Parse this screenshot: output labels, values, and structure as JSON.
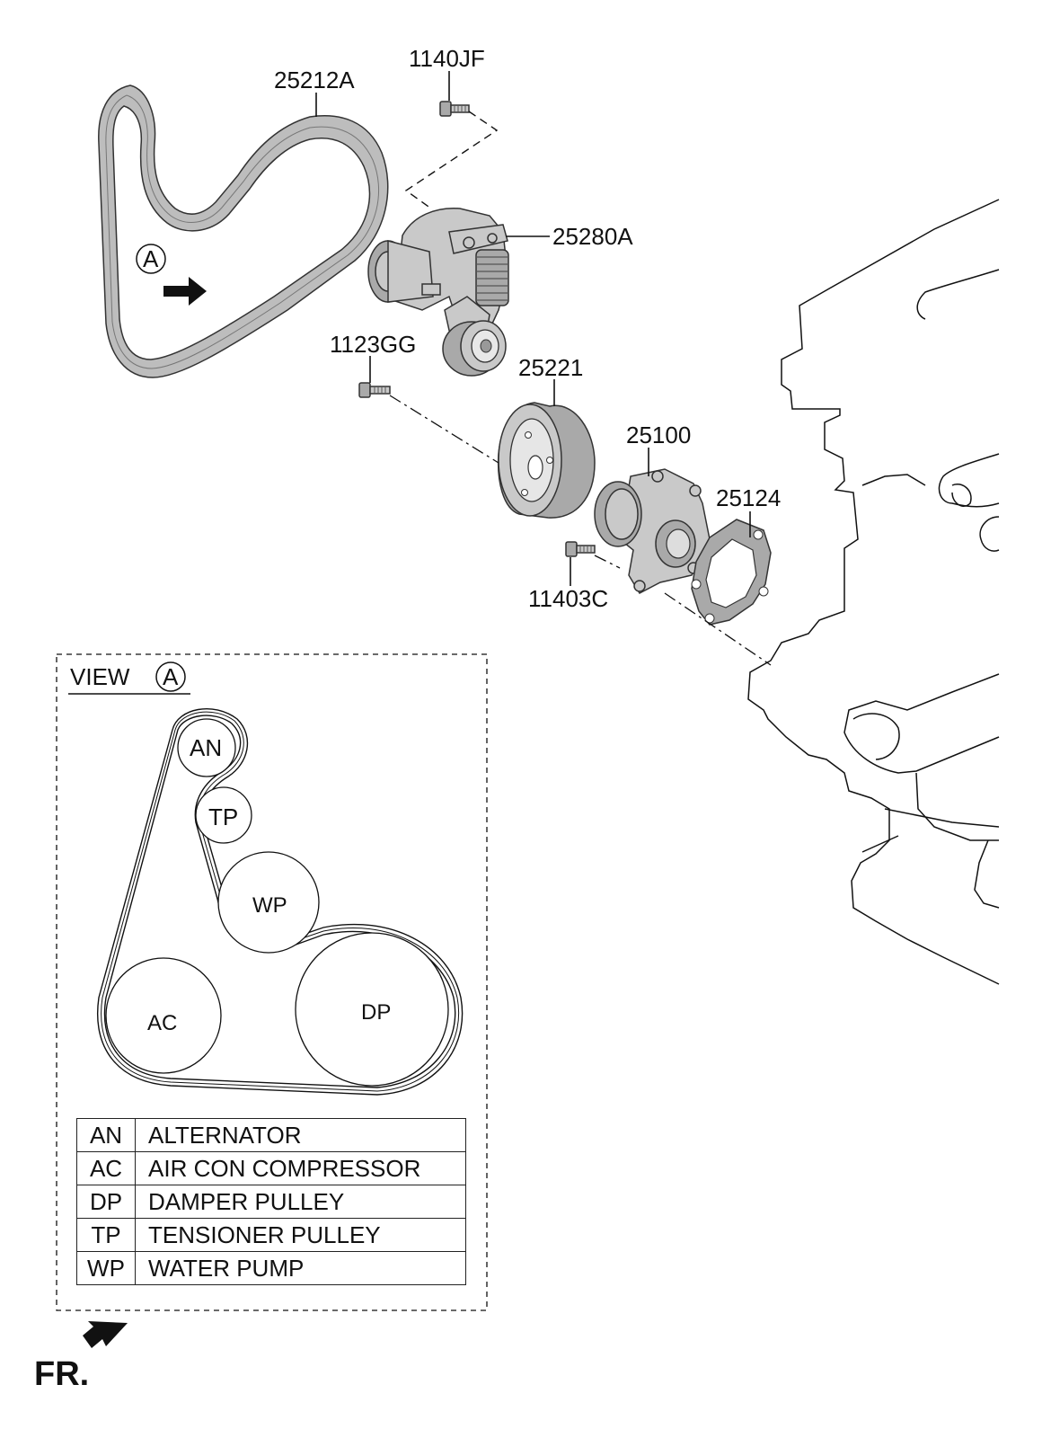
{
  "callouts": {
    "belt": "25212A",
    "bolt_top": "1140JF",
    "tensioner": "25280A",
    "bolt_mid": "1123GG",
    "pulley": "25221",
    "water_pump": "25100",
    "gasket": "25124",
    "bolt_low": "11403C"
  },
  "view_marker": "A",
  "view": {
    "title": "VIEW",
    "marker": "A",
    "pulleys": {
      "an": "AN",
      "tp": "TP",
      "wp": "WP",
      "ac": "AC",
      "dp": "DP"
    }
  },
  "legend": [
    {
      "code": "AN",
      "name": "ALTERNATOR"
    },
    {
      "code": "AC",
      "name": "AIR CON COMPRESSOR"
    },
    {
      "code": "DP",
      "name": "DAMPER PULLEY"
    },
    {
      "code": "TP",
      "name": "TENSIONER PULLEY"
    },
    {
      "code": "WP",
      "name": "WATER PUMP"
    }
  ],
  "orientation": "FR."
}
